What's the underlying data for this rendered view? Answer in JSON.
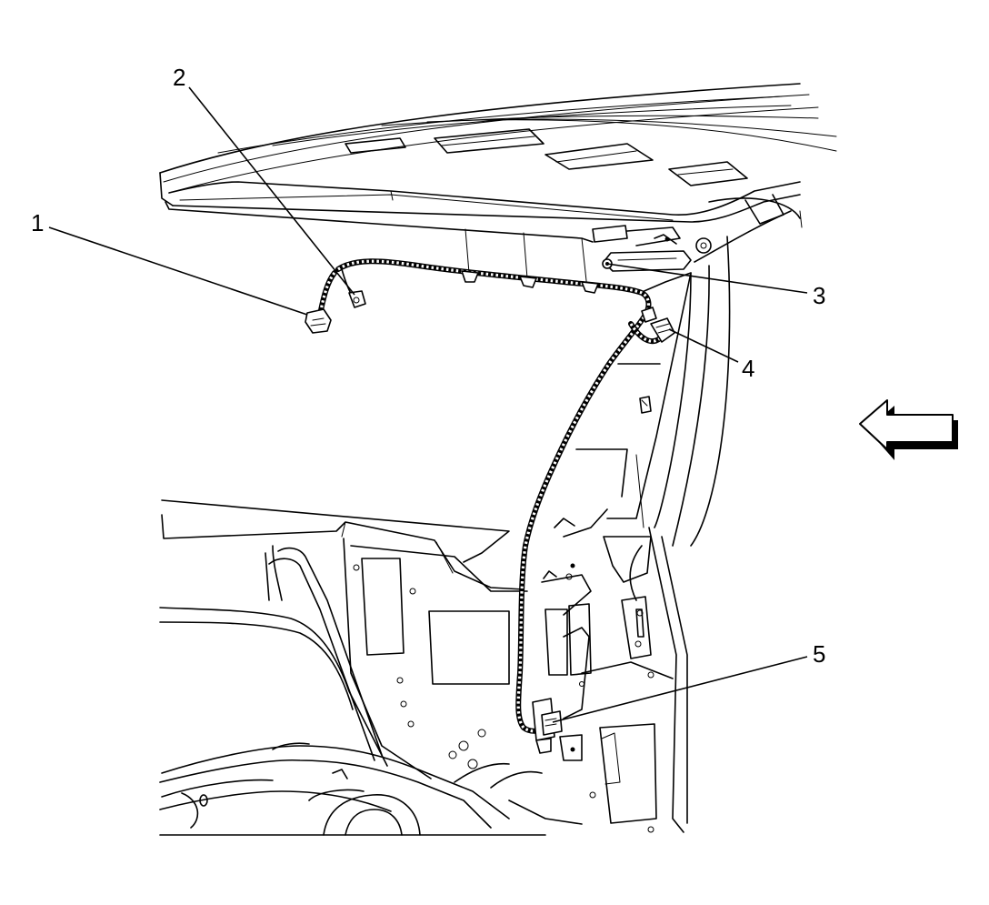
{
  "callouts": [
    {
      "id": "1",
      "label": "1"
    },
    {
      "id": "2",
      "label": "2"
    },
    {
      "id": "3",
      "label": "3"
    },
    {
      "id": "4",
      "label": "4"
    },
    {
      "id": "5",
      "label": "5"
    }
  ],
  "colors": {
    "line": "#000000",
    "background": "#ffffff"
  },
  "icons": {
    "view_direction": "arrow-left-icon"
  }
}
